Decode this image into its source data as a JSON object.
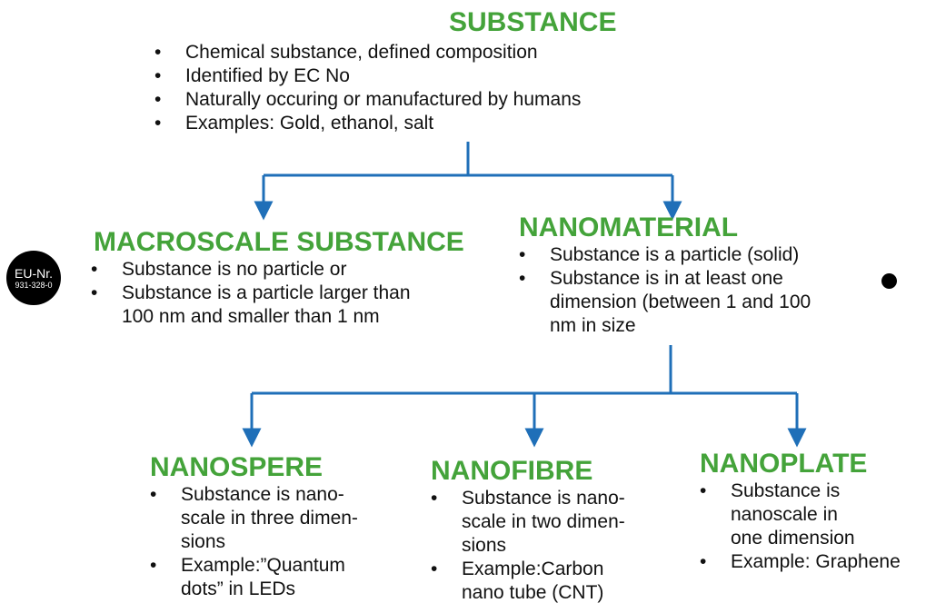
{
  "colors": {
    "title": "#44a33a",
    "connector": "#1f6fb8",
    "text": "#111111"
  },
  "substance": {
    "title": "SUBSTANCE",
    "bullets": [
      "Chemical substance, defined composition",
      "Identified by EC No",
      "Naturally occuring or manufactured by humans",
      "Examples: Gold, ethanol, salt"
    ]
  },
  "macroscale": {
    "title": "MACROSCALE SUBSTANCE",
    "bullets": [
      "Substance is no particle or",
      "Substance is a particle larger than 100 nm and smaller than 1 nm"
    ]
  },
  "nanomaterial": {
    "title": "NANOMATERIAL",
    "bullets": [
      "Substance is a particle (solid)",
      "Substance is in at least one dimension (between 1 and 100 nm in size"
    ]
  },
  "nanosphere": {
    "title": "NANOSPERE",
    "bullets": [
      "Substance is nano-scale in three dimen-sions",
      "Example:”Quantum dots” in LEDs"
    ]
  },
  "nanofibre": {
    "title": "NANOFIBRE",
    "bullets": [
      "Substance is nano-scale in two dimen-sions",
      "Example:Carbon nano tube (CNT)"
    ]
  },
  "nanoplate": {
    "title": "NANOPLATE",
    "bullets": [
      "Substance is nanoscale in one dimension",
      "Example: Graphene"
    ]
  },
  "badge": {
    "line1": "EU-Nr.",
    "line2": "931-328-0"
  }
}
